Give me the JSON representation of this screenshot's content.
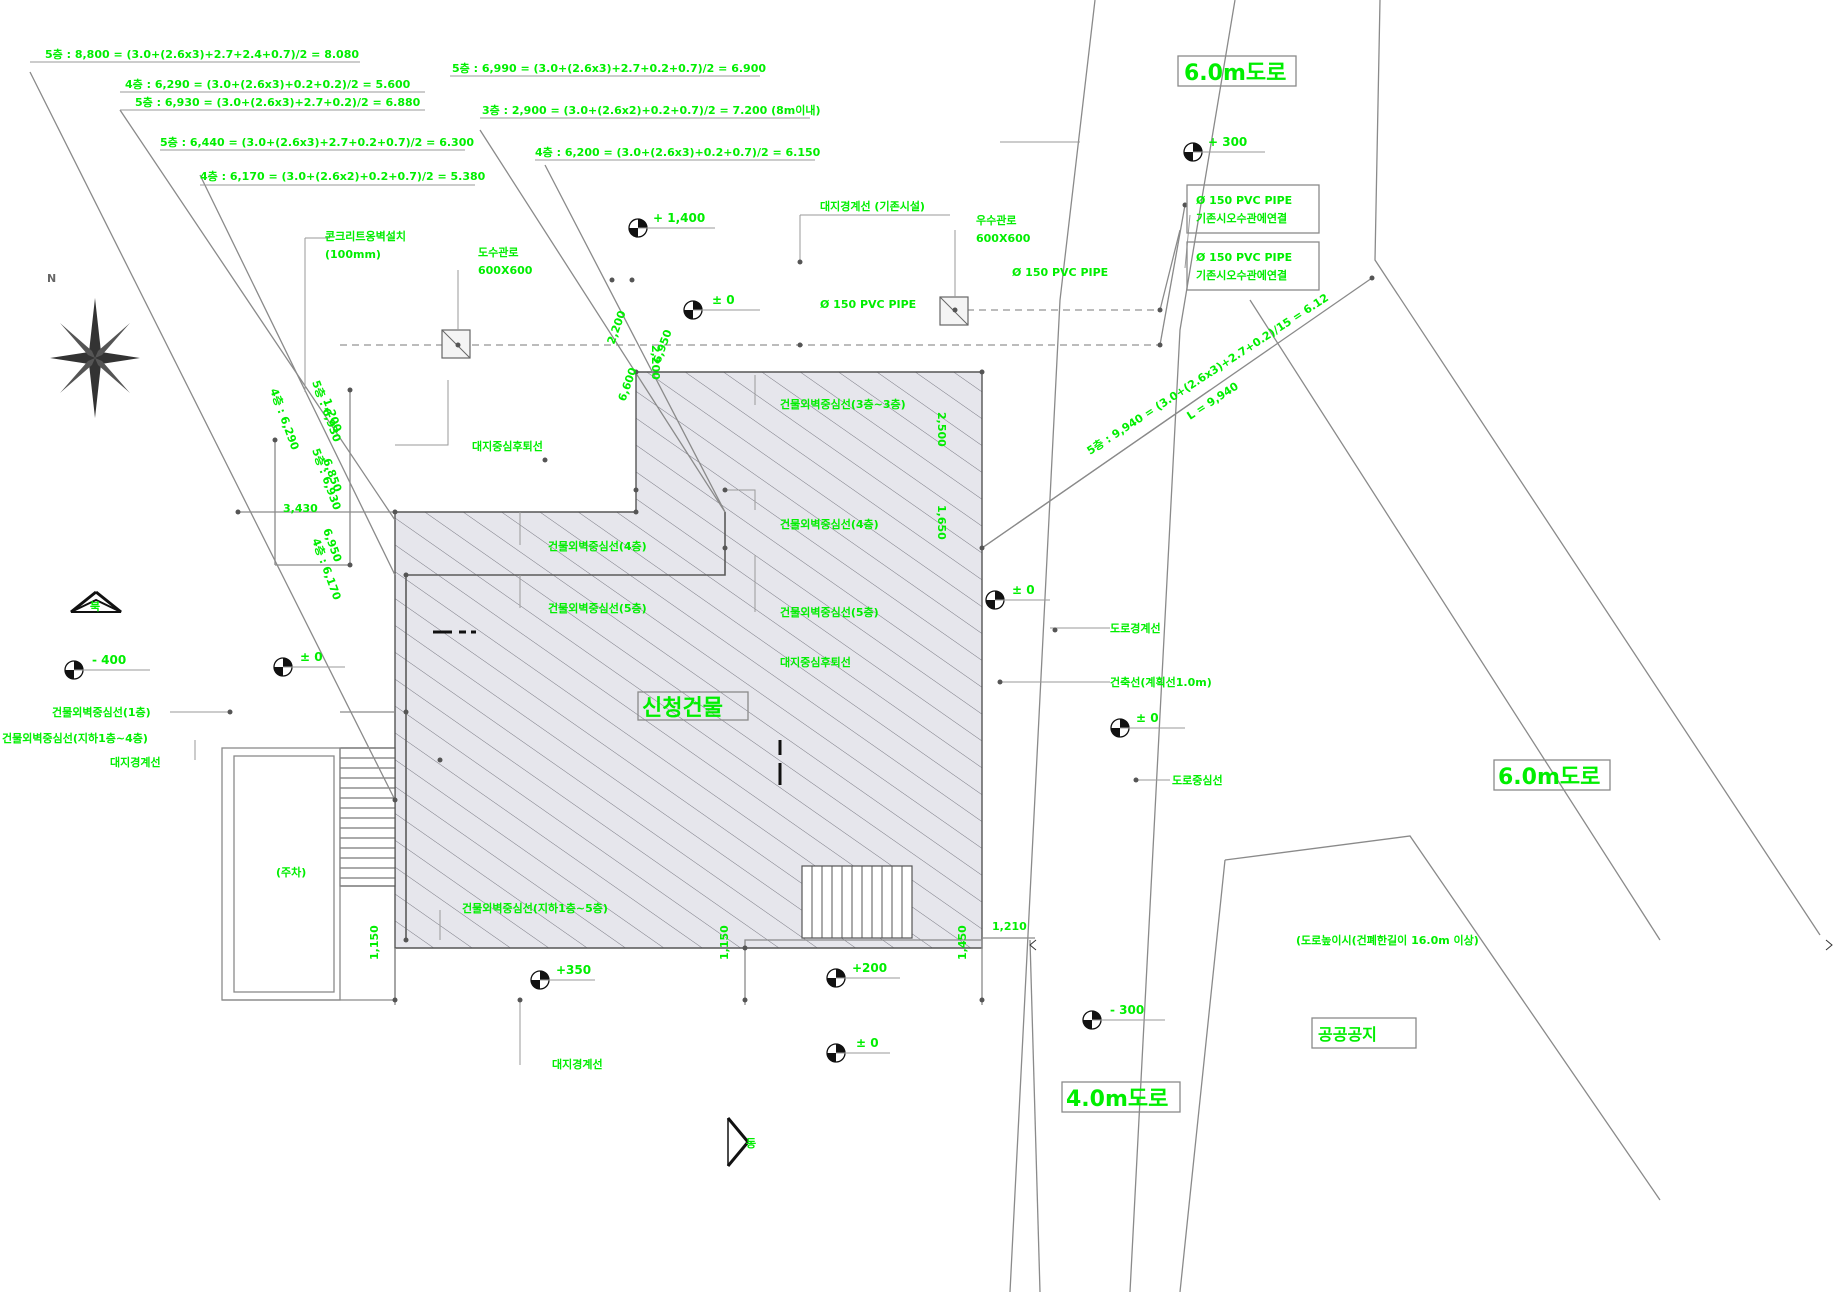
{
  "formulas": {
    "f1": "5층 : 8,800 = (3.0+(2.6x3)+2.7+2.4+0.7)/2 = 8.080",
    "f2": "4층 : 6,290 = (3.0+(2.6x3)+0.2+0.2)/2 = 5.600",
    "f3": "5층 : 6,930 = (3.0+(2.6x3)+2.7+0.2)/2 = 6.880",
    "f4": "5층 : 6,440 = (3.0+(2.6x3)+2.7+0.2+0.7)/2 = 6.300",
    "f5": "4층 : 6,170 = (3.0+(2.6x2)+0.2+0.7)/2 = 5.380",
    "f6": "5층 : 6,990 = (3.0+(2.6x3)+2.7+0.2+0.7)/2 = 6.900",
    "f7": "3층 : 2,900 = (3.0+(2.6x2)+0.2+0.7)/2 = 7.200 (8m이내)",
    "f8": "4층 : 6,200 = (3.0+(2.6x3)+0.2+0.7)/2 = 6.150",
    "f9": "5층 : 9,940 = (3.0+(2.6x3)+2.7+0.2)/15 = 6.12"
  },
  "roads": {
    "road_ne": "6.0m도로",
    "road_e": "6.0m도로",
    "road_s": "4.0m도로",
    "public_land": "공공공지",
    "road_note": "(도로높이시(건폐한길이 16.0m 이상)"
  },
  "levels": {
    "l1": "+ 300",
    "l2": "+ 1,400",
    "l3": "± 0",
    "l4": "± 0",
    "l5": "- 400",
    "l6": "± 0",
    "l7": "± 0",
    "l8": "+350",
    "l9": "+200",
    "l10": "± 0",
    "l11": "- 300"
  },
  "pipes": {
    "p1": "Ø 150 PVC PIPE",
    "p1_note": "기존시오수관에연결",
    "p2": "Ø 150 PVC PIPE",
    "p2_note": "기존시오수관에연결",
    "p3": "Ø 150 PVC PIPE",
    "p4": "Ø 150 PVC PIPE"
  },
  "labels": {
    "boundary_top": "대지경계선 (기존시설)",
    "catch_basin_r": "우수관로",
    "catch_basin_r_size": "600X600",
    "catch_basin_l": "도수관로",
    "catch_basin_l_size": "600X600",
    "concrete_wall": "콘크리트옹벽설치",
    "concrete_wall_sub": "(100mm)",
    "site_center_line": "대지중심후퇴선",
    "wall_3f": "건물외벽중심선(3층~3층)",
    "wall_4f_r": "건물외벽중심선(4층)",
    "wall_4f_l": "건물외벽중심선(4층)",
    "wall_5f_r": "건물외벽중심선(5층)",
    "wall_5f_l": "건물외벽중심선(5층)",
    "site_center_2": "대지중심후퇴선",
    "building": "신청건물",
    "road_boundary": "도로경계선",
    "building_line": "건축선(계획선1.0m)",
    "road_center": "도로중심선",
    "wall_left_1": "건물외벽중심선(1층)",
    "wall_left_2": "건물외벽중심선(지하1층~4층)",
    "boundary_left": "대지경계선",
    "parking": "(주차)",
    "wall_bottom": "건물외벽중심선(지하1층~5층)",
    "boundary_bottom": "대지경계선",
    "north": "N",
    "dir_w": "북",
    "dir_s": "동"
  },
  "dims": {
    "d1": "2,200",
    "d2": "2,200",
    "d3": "6,600",
    "d4": "6,950",
    "d5": "2,500",
    "d6": "1,650",
    "d7": "3,430",
    "d8": "1,150",
    "d9": "1,150",
    "d10": "1,450",
    "d11": "1,210",
    "d12": "1,200",
    "d13": "6,850",
    "d14": "6,950",
    "d15": "L = 9,940",
    "d16": "4층 : 6,290",
    "d17": "5층 : 6,930",
    "d18": "5층 : 6,930",
    "d19": "4층 : 6,170"
  }
}
